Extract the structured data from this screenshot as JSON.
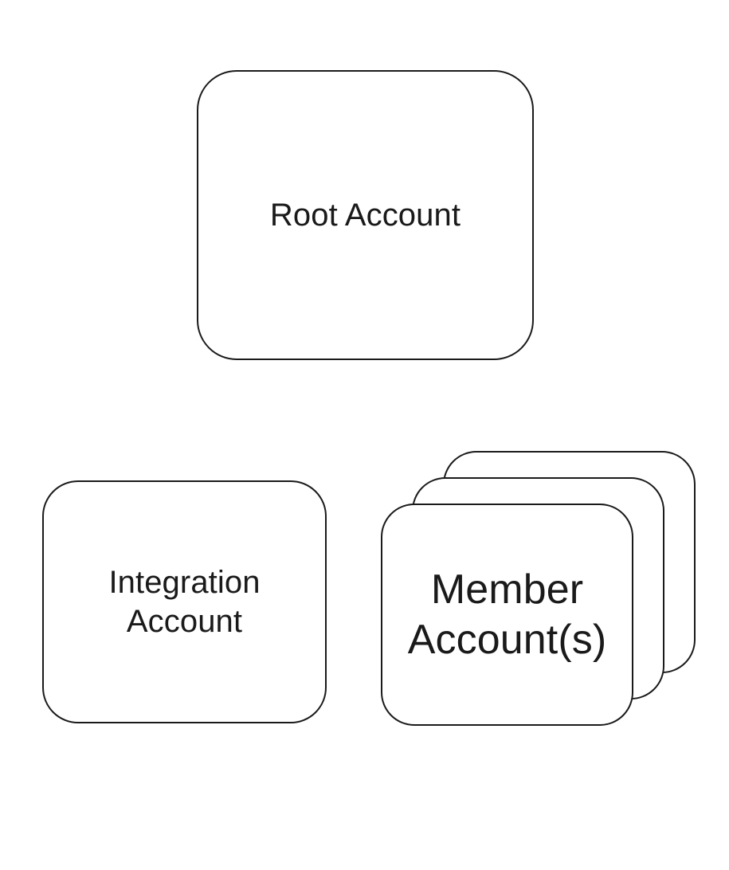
{
  "diagram": {
    "type": "block-diagram",
    "background_color": "#ffffff",
    "stroke_color": "#1a1a1a",
    "fill_color": "#ffffff",
    "nodes": [
      {
        "id": "root-account",
        "label": "Root Account",
        "shape": "rounded-rectangle",
        "stacked": false
      },
      {
        "id": "integration-account",
        "label": "Integration\nAccount",
        "shape": "rounded-rectangle",
        "stacked": false
      },
      {
        "id": "member-accounts",
        "label": "Member\nAccount(s)",
        "shape": "rounded-rectangle-stack",
        "stacked": true,
        "stack_count": 3
      }
    ]
  }
}
